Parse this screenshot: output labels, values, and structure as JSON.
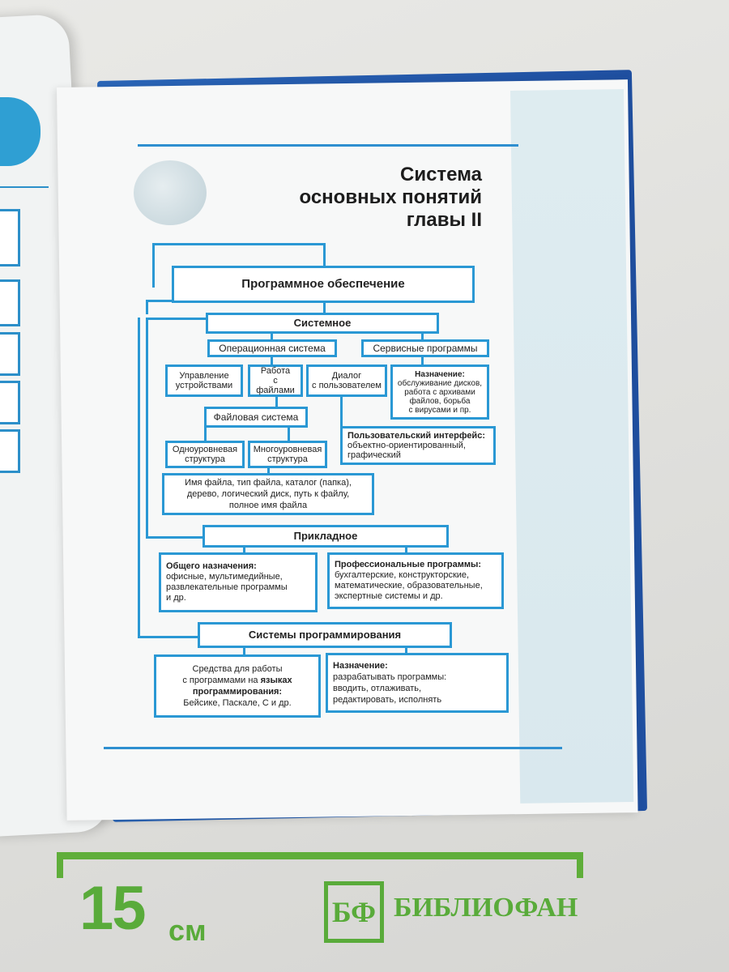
{
  "page_title": {
    "line1": "Система",
    "line2": "основных понятий",
    "line3": "главы II"
  },
  "diagram": {
    "software": "Программное обеспечение",
    "system": "Системное",
    "os": "Операционная система",
    "services": "Сервисные программы",
    "device_mgmt_1": "Управление",
    "device_mgmt_2": "устройствами",
    "file_work_1": "Работа",
    "file_work_2": "с файлами",
    "dialog_1": "Диалог",
    "dialog_2": "с пользователем",
    "purpose_label": "Назначение:",
    "services_purpose_1": "обслуживание дисков,",
    "services_purpose_2": "работа с архивами",
    "services_purpose_3": "файлов, борьба",
    "services_purpose_4": "с вирусами и пр.",
    "file_system": "Файловая система",
    "single_level_1": "Одноуровневая",
    "single_level_2": "структура",
    "multi_level_1": "Многоуровневая",
    "multi_level_2": "структура",
    "ui_label": "Пользовательский интерфейс:",
    "ui_values_1": "объектно-ориентированный,",
    "ui_values_2": "графический",
    "file_terms_1": "Имя файла, тип файла, каталог (папка),",
    "file_terms_2": "дерево, логический диск, путь к файлу,",
    "file_terms_3": "полное имя файла",
    "applied": "Прикладное",
    "general_label": "Общего назначения:",
    "general_1": "офисные, мультимедийные,",
    "general_2": "развлекательные программы",
    "general_3": "и др.",
    "pro_label": "Профессиональные программы:",
    "pro_1": "бухгалтерские, конструкторские,",
    "pro_2": "математические, образовательные,",
    "pro_3": "экспертные системы и др.",
    "prog_systems": "Системы программирования",
    "tools_1": "Средства для работы",
    "tools_2": "с программами на",
    "tools_2b": "языках",
    "tools_3": "программирования:",
    "tools_4": "Бейсике, Паскале, С и др.",
    "prog_purpose_1": "разрабатывать программы:",
    "prog_purpose_2": "вводить, отлаживать,",
    "prog_purpose_3": "редактировать, исполнять"
  },
  "ruler": {
    "number": "15",
    "unit": "см"
  },
  "logo": {
    "mark": "БФ",
    "name": "БИБЛИОФАН"
  },
  "colors": {
    "diagram_blue": "#2a98d4",
    "ruler_green": "#59ab3a",
    "cover_blue": "#1f4fa0"
  }
}
